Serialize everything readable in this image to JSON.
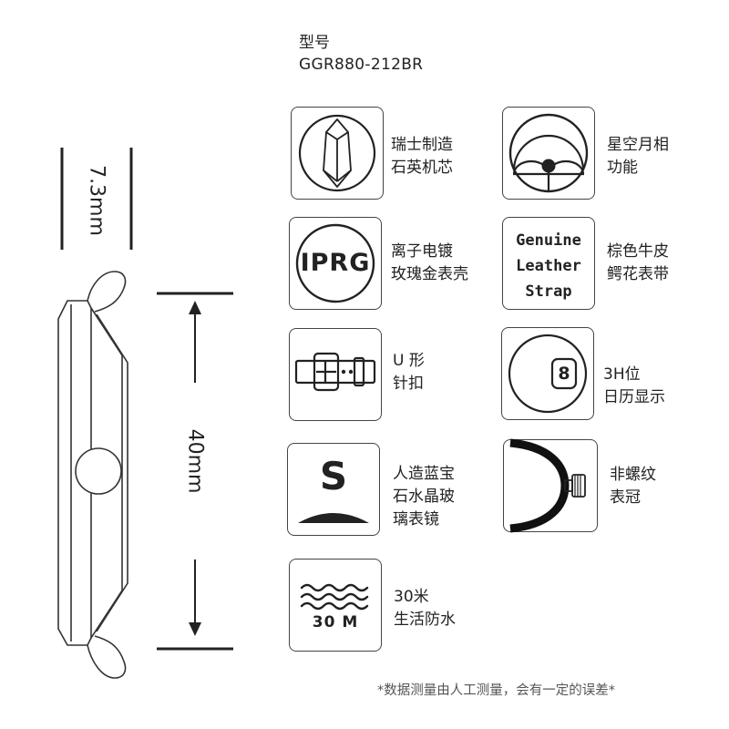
{
  "model": {
    "label": "型号",
    "code": "GGR880-212BR"
  },
  "dimensions": {
    "thickness": "7.3mm",
    "diameter": "40mm"
  },
  "features": [
    {
      "line1": "瑞士制造",
      "line2": "石英机芯",
      "icon": "quartz-crystal-icon"
    },
    {
      "line1": "星空月相",
      "line2": "功能",
      "icon": "moon-phase-icon"
    },
    {
      "line1": "离子电镀",
      "line2": "玫瑰金表壳",
      "icon": "iprg-icon",
      "badge": "IPRG"
    },
    {
      "line1": "棕色牛皮",
      "line2": "鳄花表带",
      "icon": "leather-strap-icon",
      "badge_lines": [
        "Genuine",
        "Leather",
        "Strap"
      ]
    },
    {
      "line1": "U 形",
      "line2": "针扣",
      "icon": "buckle-icon"
    },
    {
      "line1": "3H位",
      "line2": "日历显示",
      "icon": "date-window-icon",
      "badge": "8"
    },
    {
      "line1": "人造蓝宝",
      "line2": "石水晶玻",
      "line3": "璃表镜",
      "icon": "sapphire-icon",
      "badge": "S"
    },
    {
      "line1": "非螺纹",
      "line2": "表冠",
      "icon": "crown-icon"
    },
    {
      "line1": "30米",
      "line2": "生活防水",
      "icon": "water-resistance-icon",
      "badge": "30 M"
    }
  ],
  "note": "*数据测量由人工测量，会有一定的误差*",
  "colors": {
    "stroke": "#222222",
    "box_border": "#444444",
    "note": "#555555"
  }
}
